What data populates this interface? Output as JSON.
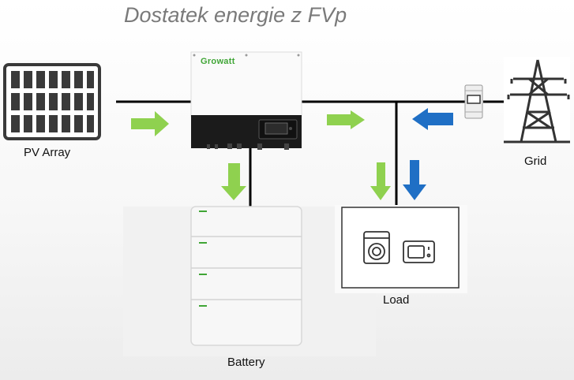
{
  "title": "Dostatek energie z FVp",
  "labels": {
    "pv": "PV Array",
    "grid": "Grid",
    "load": "Load",
    "battery": "Battery"
  },
  "brand": "Growatt",
  "colors": {
    "flow_green": "#8fd14f",
    "flow_blue": "#1f6fc5",
    "line": "#000000"
  },
  "icons": [
    "solar-panel-icon",
    "inverter-icon",
    "battery-stack-icon",
    "washing-machine-icon",
    "microwave-icon",
    "energy-meter-icon",
    "power-pylon-icon"
  ]
}
